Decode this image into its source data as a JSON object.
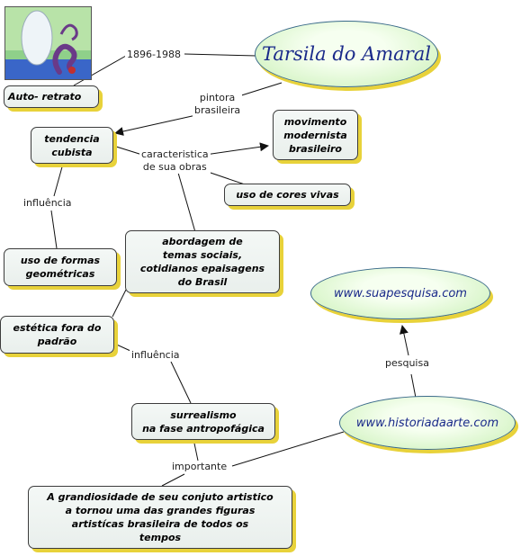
{
  "title": "Tarsila do Amaral",
  "links": {
    "site1": "www.suapesquisa.com",
    "site2": "www.historiadaarte.com"
  },
  "nodes": {
    "auto_retrato": "Auto- retrato",
    "tendencia": "tendencia\ncubista",
    "movimento": "movimento\nmodernista\nbrasileiro",
    "cores": "uso de cores vivas",
    "formas": "uso de formas\ngeométricas",
    "abordagem": "abordagem de\ntemas sociais,\ncotidianos epaisagens\ndo Brasil",
    "estetica": "estética fora do\npadrão",
    "surrealismo": "surrealismo\nna fase antropofágica",
    "grandiosidade": "A grandiosidade de seu conjuto artistico\na tornou uma das grandes figuras\nartistícas brasileira de todos os\ntempos"
  },
  "labels": {
    "years": "1896-1988",
    "pintora": "pintora\nbrasileira",
    "caracteristica": "caracteristica\nde sua obras",
    "influencia1": "influência",
    "influencia2": "influência",
    "importante": "importante",
    "pesquisa": "pesquisa"
  },
  "colors": {
    "box_shadow": "#e8d23a",
    "ellipse_fill": "#c9f0b5",
    "title_text": "#1a2a8a"
  }
}
